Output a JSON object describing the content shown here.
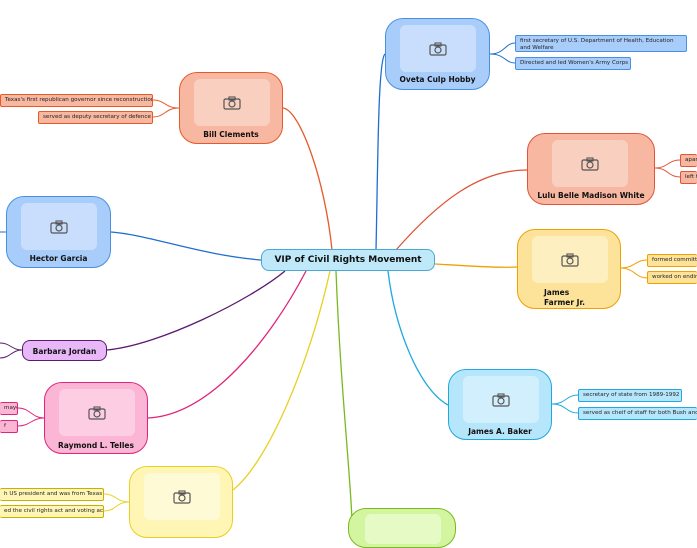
{
  "central_topic": "VIP of Civil Rights Movement",
  "people": [
    {
      "key": "oveta",
      "name": "Oveta Culp Hobby",
      "color": "#1e6fd0",
      "notes": [
        "first secretary of U.S. Department of Health, Education and Welfare",
        "Directed and led Women's Army Corps"
      ]
    },
    {
      "key": "clements",
      "name": "Bill Clements",
      "color": "#e65a2a",
      "notes": [
        "Texas's first republican governor since reconstruction",
        "served as deputy secretary of defence"
      ]
    },
    {
      "key": "lulu",
      "name": "Lulu Belle Madison White",
      "color": "#e0553a",
      "notes": [
        "apar",
        "left t"
      ]
    },
    {
      "key": "garcia",
      "name": "Hector Garcia",
      "color": "#1e6fd0",
      "notes": []
    },
    {
      "key": "farmer",
      "name": "James Farmer Jr.",
      "color": "#f0a000",
      "notes": [
        "formed committ",
        "worked on endin"
      ]
    },
    {
      "key": "jordan",
      "name": "Barbara Jordan",
      "color": "#5a1a6e",
      "notes": []
    },
    {
      "key": "baker",
      "name": "James A. Baker",
      "color": "#20a8e0",
      "notes": [
        "secretary of state from 1989-1992",
        "served as cheif of staff for both Bush and"
      ]
    },
    {
      "key": "telles",
      "name": "Raymond L. Telles",
      "color": "#e0257a",
      "notes": [
        "mayor",
        "f"
      ]
    },
    {
      "key": "yellow",
      "name": "",
      "color": "#e8d020",
      "notes": [
        "h US president and was from Texas",
        "ed the civil rights act and voting act"
      ]
    },
    {
      "key": "green",
      "name": "",
      "color": "#7ab820",
      "notes": []
    }
  ],
  "icons": {
    "photo": "camera-icon"
  }
}
